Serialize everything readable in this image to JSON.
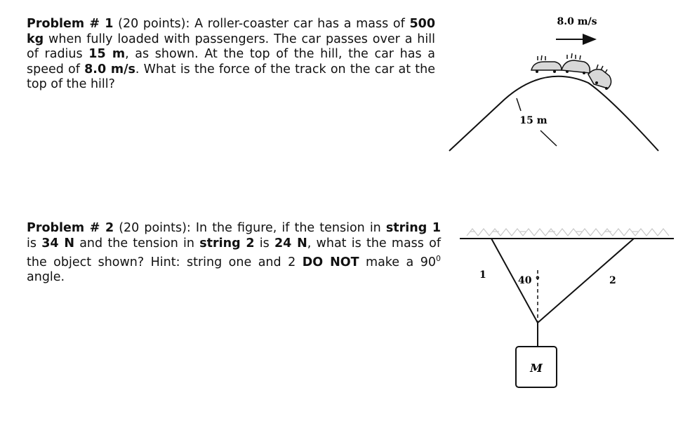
{
  "problem1": {
    "heading": "Problem # 1",
    "points": " (20 points): A roller-coaster car has a mass of ",
    "mass": "500 kg",
    "t2": " when fully loaded with passengers. The car passes over a hill of radius ",
    "radius": "15 m",
    "t3": ", as shown. At the top of the hill, the car has a speed of ",
    "speed": "8.0 m/s",
    "t4": ". What is the force of the track on the car at the top of the hill?"
  },
  "problem2": {
    "heading": "Problem # 2",
    "points": " (20 points): In the figure, if the tension in ",
    "string1": "string 1",
    "t2": " is ",
    "tension1": "34 N",
    "t3": " and the tension in ",
    "string2": "string 2",
    "t4": " is ",
    "tension2": "24 N",
    "t5": ", what is the mass of the object shown? Hint: string one and 2 ",
    "donot": "DO NOT",
    "t6": " make a 90",
    "deg": "0",
    "t7": " angle."
  },
  "figure1": {
    "speed_label": "8.0 m/s",
    "radius_label": "15 m"
  },
  "figure2": {
    "string1_label": "1",
    "string2_label": "2",
    "angle_label": "40 °",
    "mass_label": "M"
  }
}
